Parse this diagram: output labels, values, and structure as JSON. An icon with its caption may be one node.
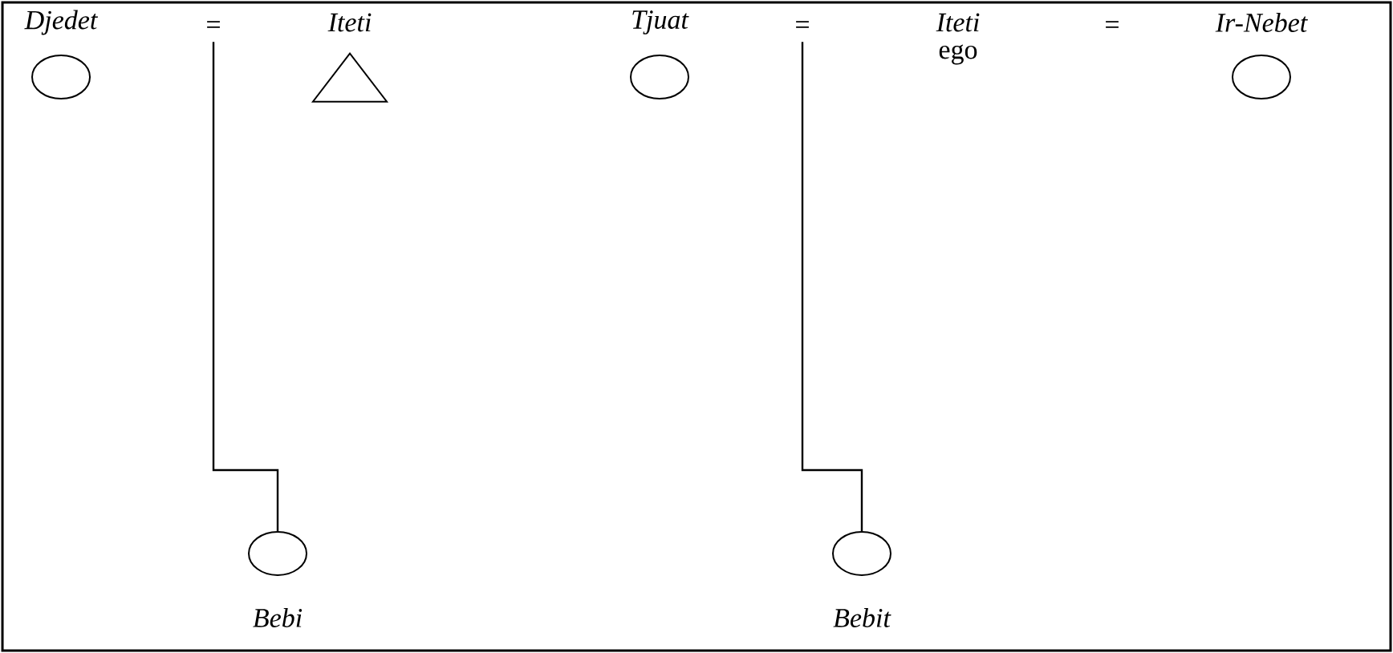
{
  "diagram": {
    "nodes": [
      {
        "text": [
          "Djedet"
        ]
      },
      {
        "text": [
          "="
        ]
      },
      {
        "text": [
          "Iteti"
        ]
      },
      {
        "text": [
          "Tjuat"
        ]
      },
      {
        "text": [
          "="
        ]
      },
      {
        "text": [
          "Iteti",
          "ego"
        ]
      },
      {
        "text": [
          "Ir-Nebet"
        ]
      },
      {
        "text": [
          "Bebi"
        ]
      },
      {
        "text": [
          "Bebit"
        ]
      }
    ],
    "edges": [
      {
        "from": 1,
        "to": 7,
        "arrow": "none"
      },
      {
        "from": 4,
        "to": 8,
        "arrow": "none"
      }
    ],
    "labels": [
      "="
    ]
  }
}
